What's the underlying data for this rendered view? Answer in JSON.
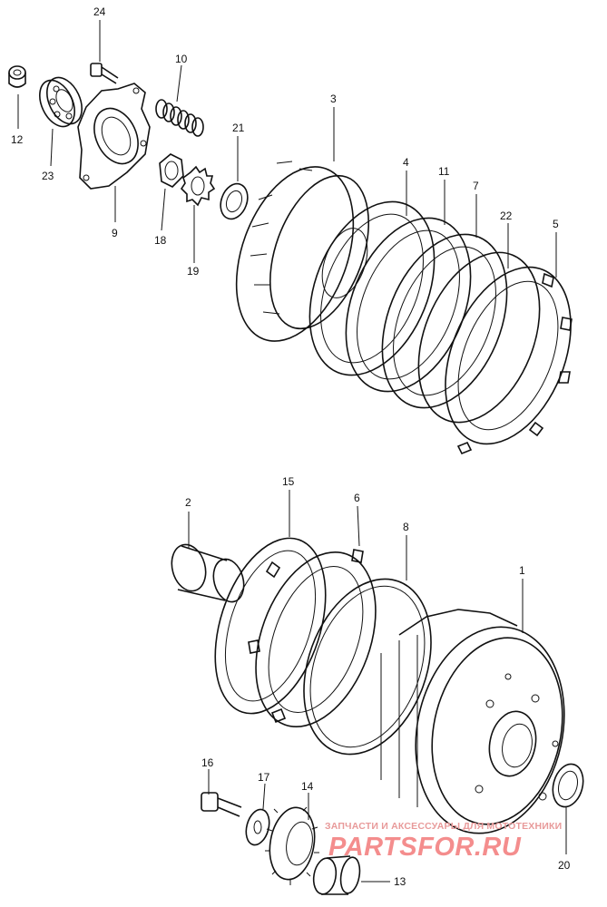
{
  "labels": {
    "p1": "1",
    "p2": "2",
    "p3": "3",
    "p4": "4",
    "p5": "5",
    "p6": "6",
    "p7": "7",
    "p8": "8",
    "p9": "9",
    "p10": "10",
    "p11": "11",
    "p12": "12",
    "p13": "13",
    "p14": "14",
    "p15": "15",
    "p16": "16",
    "p17": "17",
    "p18": "18",
    "p19": "19",
    "p20": "20",
    "p21": "21",
    "p22": "22",
    "p23": "23",
    "p24": "24"
  },
  "watermark": {
    "tagline": "ЗАПЧАСТИ И АКСЕССУАРЫ ДЛЯ МОТОТЕХНИКИ",
    "logo": "PARTSFOR.RU"
  }
}
